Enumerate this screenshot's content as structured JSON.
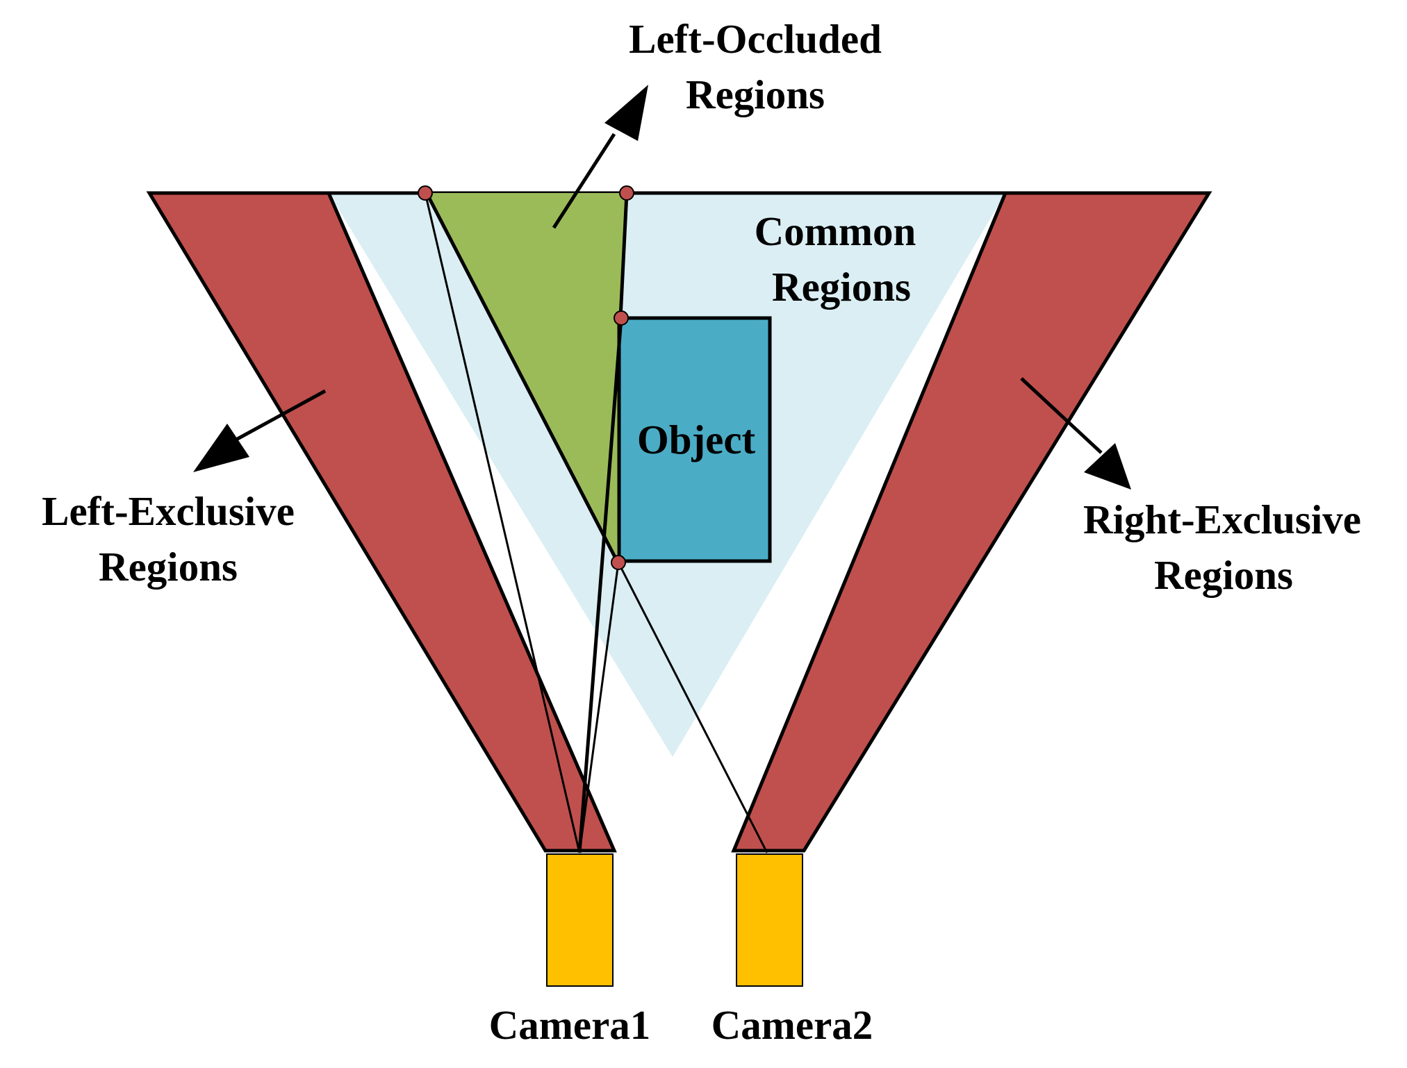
{
  "labels": {
    "left_occluded_line1": "Left-Occluded",
    "left_occluded_line2": "Regions",
    "common_line1": "Common",
    "common_line2": "Regions",
    "object": "Object",
    "left_exclusive_line1": "Left-Exclusive",
    "left_exclusive_line2": "Regions",
    "right_exclusive_line1": "Right-Exclusive",
    "right_exclusive_line2": "Regions",
    "camera1": "Camera1",
    "camera2": "Camera2"
  },
  "colors": {
    "exclusive_region": "#C0504D",
    "common_region": "#DAEEF3",
    "occluded_region": "#9BBB59",
    "object": "#4BACC6",
    "camera": "#FFC000",
    "point_marker": "#C0504D",
    "stroke": "#000000"
  }
}
